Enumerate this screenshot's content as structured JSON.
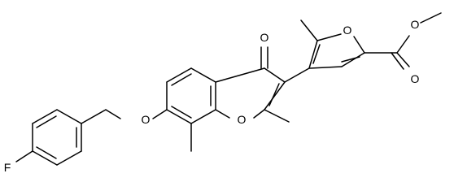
{
  "atoms": [
    {
      "id": "F",
      "label": "F"
    },
    {
      "id": "O_ether",
      "label": "O"
    },
    {
      "id": "O_chromone_ring",
      "label": "O"
    },
    {
      "id": "O_ketone",
      "label": "O"
    },
    {
      "id": "O_furan",
      "label": "O"
    },
    {
      "id": "O_ester_carbonyl",
      "label": "O"
    },
    {
      "id": "O_ester_single",
      "label": "O"
    }
  ],
  "colors": {
    "line": "#000000",
    "background": "#ffffff"
  }
}
